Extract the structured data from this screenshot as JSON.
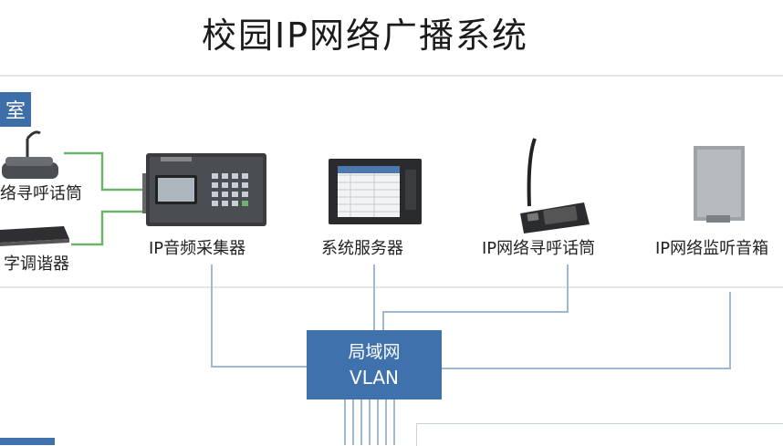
{
  "title": "校园IP网络广播系统",
  "room_tag": "室",
  "devices": {
    "left_mic_label": "络寻呼话筒",
    "left_tuner_label": "字调谐器",
    "collector_label": "IP音频采集器",
    "server_label": "系统服务器",
    "ip_mic_label": "IP网络寻呼话筒",
    "speaker_label": "IP网络监听音箱"
  },
  "vlan": {
    "line1": "局域网",
    "line2": "VLAN"
  },
  "colors": {
    "accent": "#3f72ad",
    "wire_blue": "#9fb8d6",
    "wire_green": "#6cb36b"
  }
}
